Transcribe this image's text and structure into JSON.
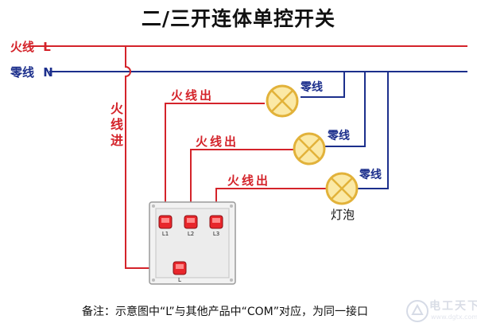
{
  "title": "二/三开连体单控开关",
  "lines": {
    "live": {
      "name": "火线",
      "letter": "L"
    },
    "neutral": {
      "name": "零线",
      "letter": "N"
    }
  },
  "live_in_label": [
    "火",
    "线",
    "进"
  ],
  "live_out_labels": [
    "火线出",
    "火线出",
    "火线出"
  ],
  "neutral_labels": [
    "零线",
    "零线",
    "零线"
  ],
  "bulb_label": "灯泡",
  "terminals": [
    "L1",
    "L2",
    "L3",
    "L"
  ],
  "note": "备注：示意图中“L”与其他产品中“COM”对应，为同一接口",
  "watermark": {
    "text": "电工天下",
    "url": "www.dgtx.com"
  },
  "colors": {
    "live": "#d4232a",
    "neutral": "#1c2f8c",
    "bulb_fill": "#fbe9a6",
    "bulb_ring": "#e2b23a",
    "terminal": "#e8262b"
  }
}
